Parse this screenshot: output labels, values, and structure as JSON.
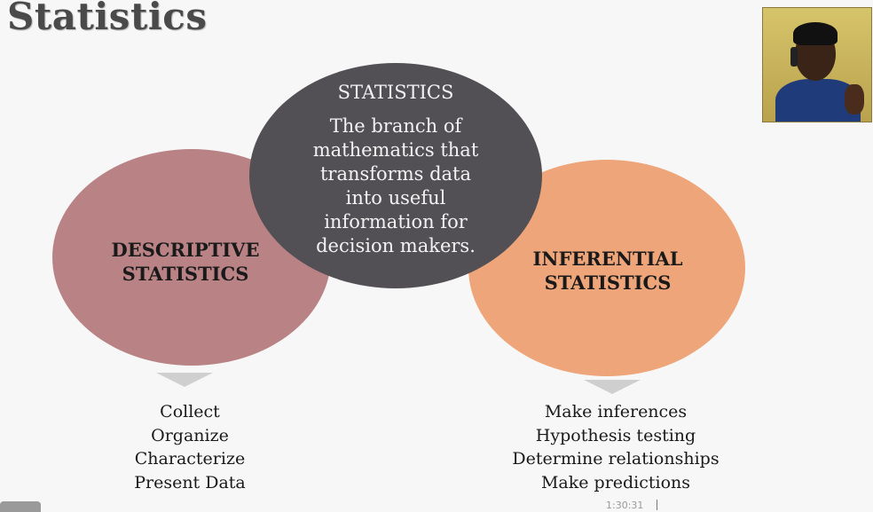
{
  "slide": {
    "title": "Statistics"
  },
  "diagram": {
    "center": {
      "heading": "STATISTICS",
      "definition_lines": [
        "The branch of",
        "mathematics that",
        "transforms data",
        "into useful",
        "information for",
        "decision makers."
      ],
      "color": "#525055"
    },
    "left": {
      "label_lines": [
        "DESCRIPTIVE",
        "STATISTICS"
      ],
      "color": "#b98386",
      "items": [
        "Collect",
        "Organize",
        "Characterize",
        "Present Data"
      ]
    },
    "right": {
      "label_lines": [
        "INFERENTIAL",
        "STATISTICS"
      ],
      "color": "#eea579",
      "items": [
        "Make inferences",
        "Hypothesis testing",
        "Determine relationships",
        "Make predictions"
      ]
    }
  },
  "player": {
    "timestamp": "1:30:31"
  }
}
